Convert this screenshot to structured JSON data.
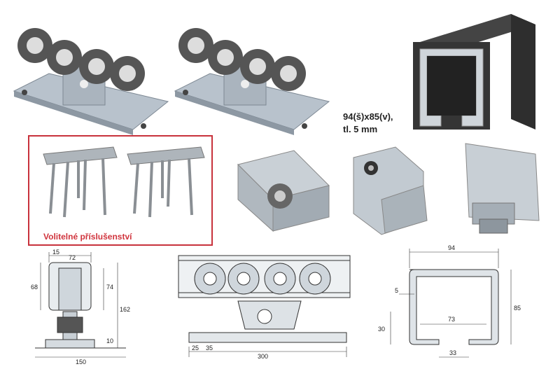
{
  "spec": {
    "line1": "94(š)x85(v),",
    "line2": "tl. 5 mm"
  },
  "accessory": {
    "label": "Volitelné příslušenství"
  },
  "dims_trolley_front": {
    "top_15": "15",
    "top_72": "72",
    "side_68": "68",
    "side_74": "74",
    "height_162": "162",
    "base_10": "10",
    "width_150": "150"
  },
  "dims_trolley_side": {
    "d25": "25",
    "d35": "35",
    "length_300": "300"
  },
  "dims_profile": {
    "width_94": "94",
    "height_85": "85",
    "wall_5": "5",
    "inner_73": "73",
    "lip_30": "30",
    "gap_33": "33"
  },
  "colors": {
    "metal": "#b9c2cc",
    "dark_metal": "#3c3c3c",
    "accent_red": "#c8323c"
  }
}
